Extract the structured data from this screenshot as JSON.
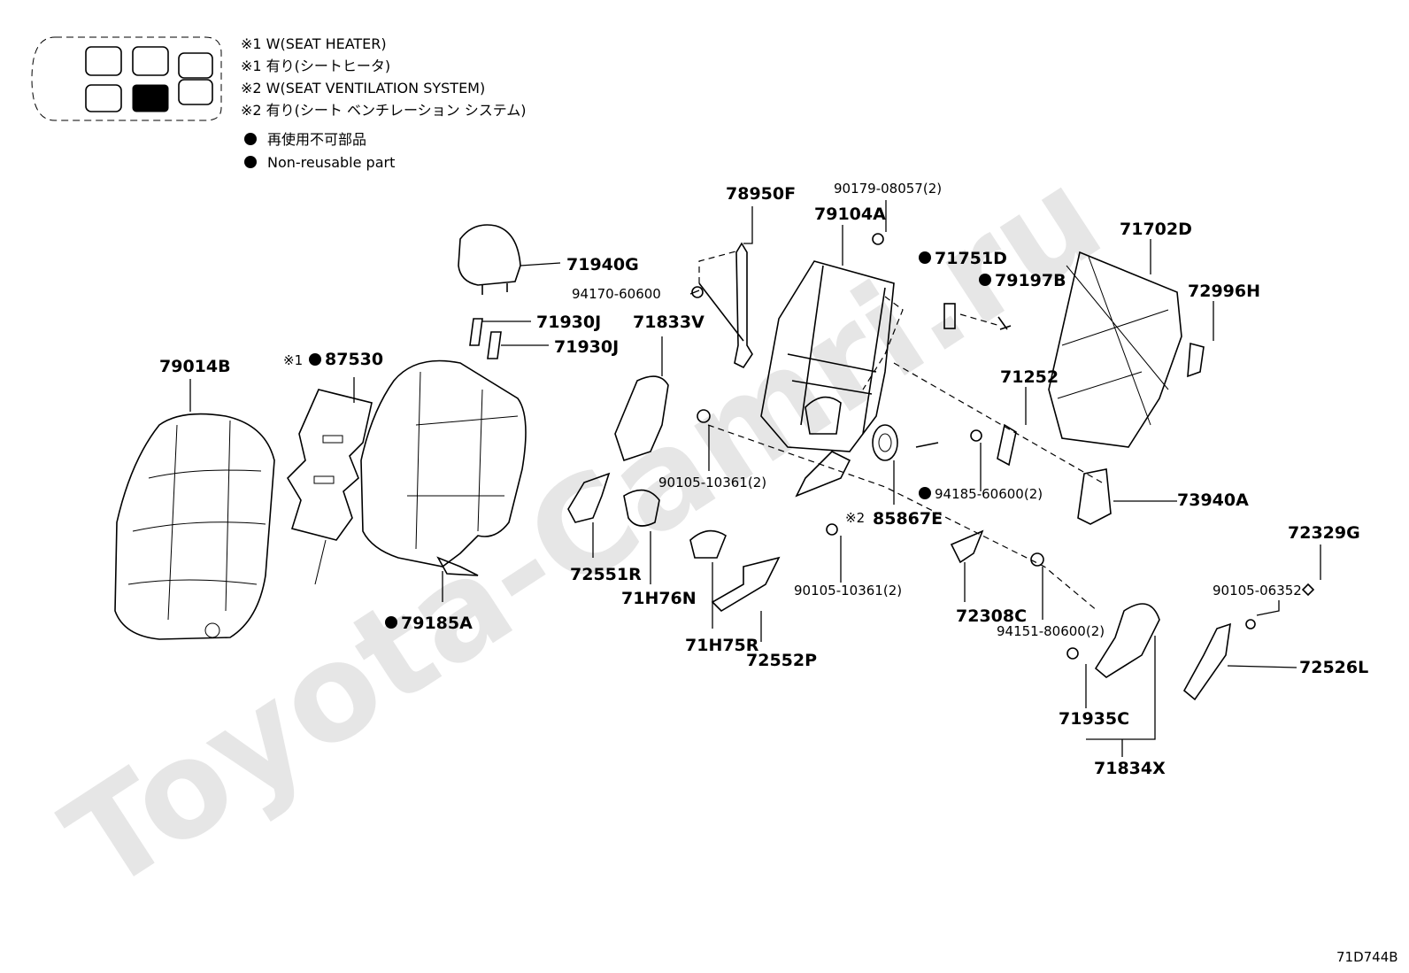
{
  "watermark": "Toyota-Camri.ru",
  "figure_code": "71D744B",
  "legend": {
    "lines": [
      "※1 W(SEAT HEATER)",
      "※1 有り(シートヒータ)",
      "※2 W(SEAT VENTILATION  SYSTEM)",
      "※2 有り(シート ベンチレーション システム)"
    ],
    "nonreusable_jp": "再使用不可部品",
    "nonreusable_en": "Non-reusable part"
  },
  "parts": {
    "p79014B": "79014B",
    "p87530": "87530",
    "p87530_prefix": "※1",
    "p79185A": "79185A",
    "p71940G": "71940G",
    "p71930J_a": "71930J",
    "p71930J_b": "71930J",
    "p71833V": "71833V",
    "p78950F": "78950F",
    "p94170": "94170-60600",
    "p79104A": "79104A",
    "p90179": "90179-08057(2)",
    "p71751D": "71751D",
    "p79197B": "79197B",
    "p71702D": "71702D",
    "p72996H": "72996H",
    "p71252": "71252",
    "p90105_a": "90105-10361(2)",
    "p94185": "94185-60600(2)",
    "p73940A": "73940A",
    "p85867E": "85867E",
    "p85867E_prefix": "※2",
    "p90105_b": "90105-10361(2)",
    "p72551R": "72551R",
    "p71H76N": "71H76N",
    "p71H75R": "71H75R",
    "p72552P": "72552P",
    "p72308C": "72308C",
    "p94151": "94151-80600(2)",
    "p72329G": "72329G",
    "p90105_c": "90105-06352",
    "p72526L": "72526L",
    "p71935C": "71935C",
    "p71834X": "71834X"
  }
}
